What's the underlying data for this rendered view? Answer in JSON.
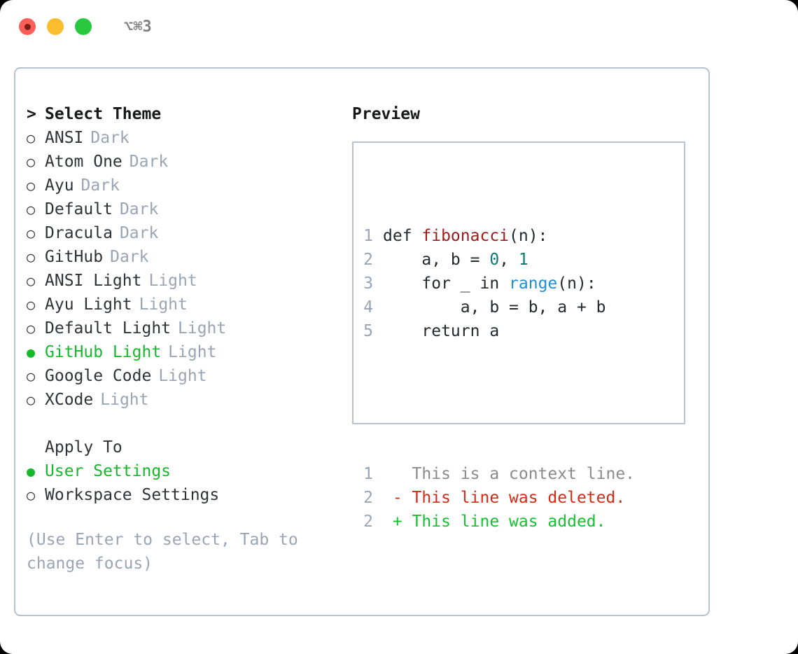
{
  "titlebar": {
    "shortcut": "⌥⌘3",
    "buttons": [
      "close",
      "minimize",
      "zoom"
    ]
  },
  "colors": {
    "selected": "#17b92c",
    "muted": "#9aa5b4",
    "text": "#2f3337",
    "border": "#b9c2cf",
    "added": "#17c032",
    "deleted": "#d42a18"
  },
  "theme_list": {
    "header_prefix": ">",
    "header": "Select Theme",
    "marker_unselected": "○",
    "marker_selected": "●",
    "items": [
      {
        "name": "ANSI",
        "kind": "Dark",
        "selected": false
      },
      {
        "name": "Atom One",
        "kind": "Dark",
        "selected": false
      },
      {
        "name": "Ayu",
        "kind": "Dark",
        "selected": false
      },
      {
        "name": "Default",
        "kind": "Dark",
        "selected": false
      },
      {
        "name": "Dracula",
        "kind": "Dark",
        "selected": false
      },
      {
        "name": "GitHub",
        "kind": "Dark",
        "selected": false
      },
      {
        "name": "ANSI Light",
        "kind": "Light",
        "selected": false
      },
      {
        "name": "Ayu Light",
        "kind": "Light",
        "selected": false
      },
      {
        "name": "Default Light",
        "kind": "Light",
        "selected": false
      },
      {
        "name": "GitHub Light",
        "kind": "Light",
        "selected": true
      },
      {
        "name": "Google Code",
        "kind": "Light",
        "selected": false
      },
      {
        "name": "XCode",
        "kind": "Light",
        "selected": false
      }
    ]
  },
  "apply_to": {
    "header": "Apply To",
    "items": [
      {
        "name": "User Settings",
        "selected": true
      },
      {
        "name": "Workspace Settings",
        "selected": false
      }
    ]
  },
  "hint": "(Use Enter to select, Tab to change focus)",
  "preview": {
    "title": "Preview",
    "code_lines": [
      {
        "n": "1",
        "tokens": [
          {
            "t": "def ",
            "c": "kw"
          },
          {
            "t": "fibonacci",
            "c": "fn"
          },
          {
            "t": "(n):",
            "c": "pl"
          }
        ]
      },
      {
        "n": "2",
        "tokens": [
          {
            "t": "    a, b = ",
            "c": "pl"
          },
          {
            "t": "0",
            "c": "num"
          },
          {
            "t": ", ",
            "c": "pl"
          },
          {
            "t": "1",
            "c": "num"
          }
        ]
      },
      {
        "n": "3",
        "tokens": [
          {
            "t": "    ",
            "c": "pl"
          },
          {
            "t": "for",
            "c": "kw"
          },
          {
            "t": " _ ",
            "c": "pl"
          },
          {
            "t": "in",
            "c": "kw"
          },
          {
            "t": " ",
            "c": "pl"
          },
          {
            "t": "range",
            "c": "bi"
          },
          {
            "t": "(n):",
            "c": "pl"
          }
        ]
      },
      {
        "n": "4",
        "tokens": [
          {
            "t": "        a, b = b, a + b",
            "c": "pl"
          }
        ]
      },
      {
        "n": "5",
        "tokens": [
          {
            "t": "    ",
            "c": "pl"
          },
          {
            "t": "return",
            "c": "kw"
          },
          {
            "t": " a",
            "c": "pl"
          }
        ]
      }
    ],
    "diff_lines": [
      {
        "n": "1",
        "sign": " ",
        "text": "This is a context line.",
        "c": "ctx"
      },
      {
        "n": "2",
        "sign": "-",
        "text": "This line was deleted.",
        "c": "del"
      },
      {
        "n": "2",
        "sign": "+",
        "text": "This line was added.",
        "c": "add"
      }
    ]
  }
}
